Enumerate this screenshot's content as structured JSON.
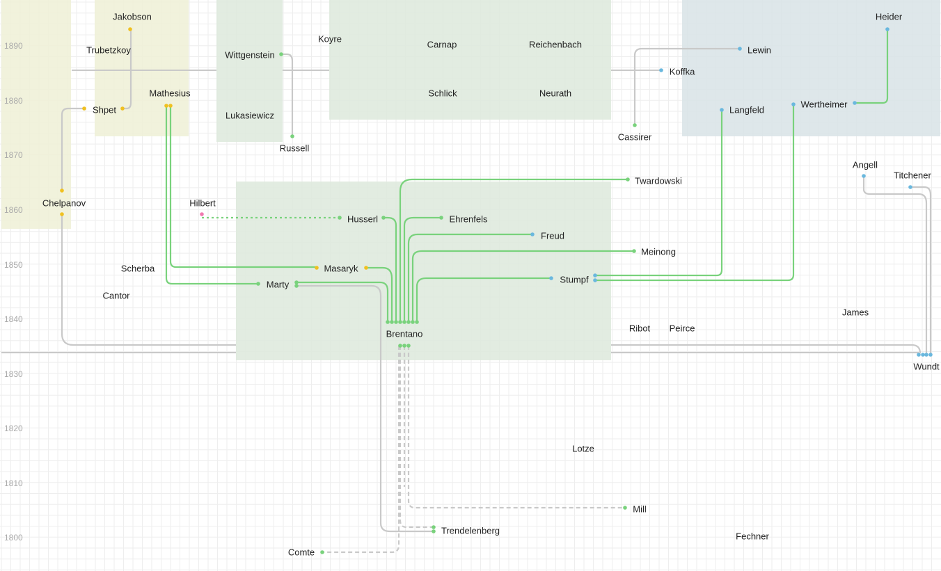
{
  "colors": {
    "green": "#79d27c",
    "blue": "#6ab8de",
    "yellow": "#f0c020",
    "pink": "#f07ab0",
    "gray": "#c9c9c9",
    "region_yellow": "#eef0d6",
    "region_green": "#dde9dc",
    "region_blue": "#d8e3e6"
  },
  "years": [
    "1890",
    "1880",
    "1870",
    "1860",
    "1850",
    "1840",
    "1830",
    "1820",
    "1810",
    "1800"
  ],
  "people": {
    "jakobson": "Jakobson",
    "trubetzkoy": "Trubetzkoy",
    "shpet": "Shpet",
    "mathesius": "Mathesius",
    "chelpanov": "Chelpanov",
    "wittgenstein": "Wittgenstein",
    "lukasiewicz": "Lukasiewicz",
    "russell": "Russell",
    "koyre": "Koyre",
    "carnap": "Carnap",
    "reichenbach": "Reichenbach",
    "schlick": "Schlick",
    "neurath": "Neurath",
    "lewin": "Lewin",
    "koffka": "Koffka",
    "heider": "Heider",
    "langfeld": "Langfeld",
    "wertheimer": "Wertheimer",
    "cassirer": "Cassirer",
    "twardowski": "Twardowski",
    "angell": "Angell",
    "titchener": "Titchener",
    "hilbert": "Hilbert",
    "husserl": "Husserl",
    "ehrenfels": "Ehrenfels",
    "freud": "Freud",
    "meinong": "Meinong",
    "masaryk": "Masaryk",
    "scherba": "Scherba",
    "marty": "Marty",
    "stumpf": "Stumpf",
    "cantor": "Cantor",
    "james": "James",
    "brentano": "Brentano",
    "ribot": "Ribot",
    "peirce": "Peirce",
    "wundt": "Wundt",
    "lotze": "Lotze",
    "mill": "Mill",
    "trendelenberg": "Trendelenberg",
    "comte": "Comte",
    "fechner": "Fechner"
  }
}
